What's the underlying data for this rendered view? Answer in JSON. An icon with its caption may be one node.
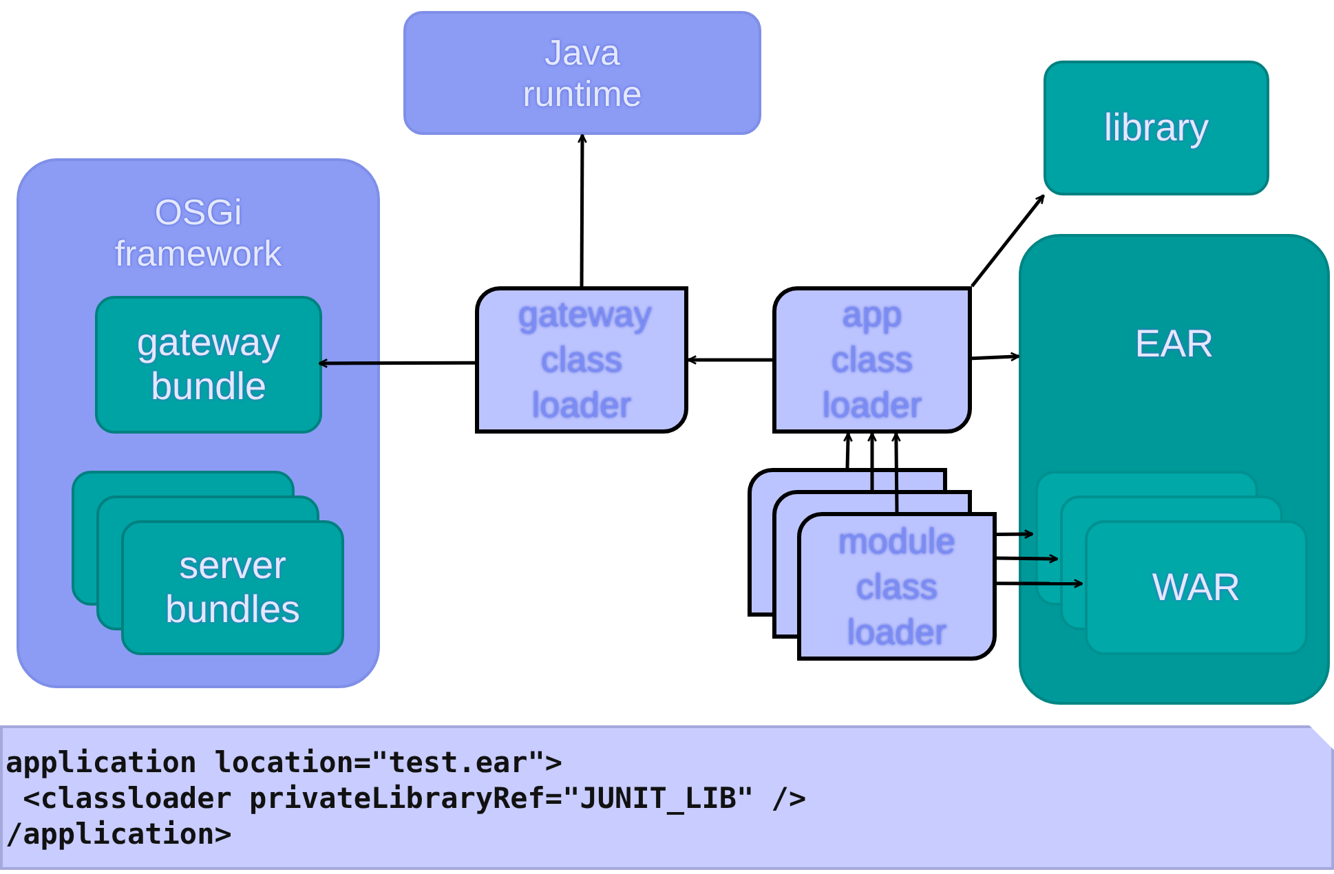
{
  "diagram": {
    "nodes": [
      {
        "text": [
          "Java runtime"
        ]
      },
      {
        "text": [
          "OSGi framework"
        ]
      },
      {
        "text": [
          "gateway bundle"
        ],
        "in": 1
      },
      {
        "text": [
          "server bundles"
        ],
        "in": 1
      },
      {
        "text": [
          "gateway class loader"
        ]
      },
      {
        "text": [
          "app class loader"
        ]
      },
      {
        "text": [
          "library"
        ]
      },
      {
        "text": [
          "EAR"
        ]
      },
      {
        "text": [
          "module class loader"
        ]
      },
      {
        "text": [
          "WAR"
        ],
        "in": 7
      },
      {
        "text": [
          "application location=\"test.ear\">",
          " <classloader privateLibraryRef=\"JUNIT_LIB\" />",
          "/application>"
        ]
      }
    ],
    "edges": [
      {
        "from": 4,
        "to": 0,
        "arrow": "to"
      },
      {
        "from": 4,
        "to": 2,
        "arrow": "to"
      },
      {
        "from": 5,
        "to": 4,
        "arrow": "to"
      },
      {
        "from": 5,
        "to": 6,
        "arrow": "to"
      },
      {
        "from": 5,
        "to": 7,
        "arrow": "to"
      },
      {
        "from": 8,
        "to": 5,
        "arrow": "to"
      },
      {
        "from": 8,
        "to": 5,
        "arrow": "to"
      },
      {
        "from": 8,
        "to": 5,
        "arrow": "to"
      },
      {
        "from": 8,
        "to": 9,
        "arrow": "to"
      },
      {
        "from": 8,
        "to": 9,
        "arrow": "to"
      },
      {
        "from": 8,
        "to": 9,
        "arrow": "to"
      }
    ]
  }
}
